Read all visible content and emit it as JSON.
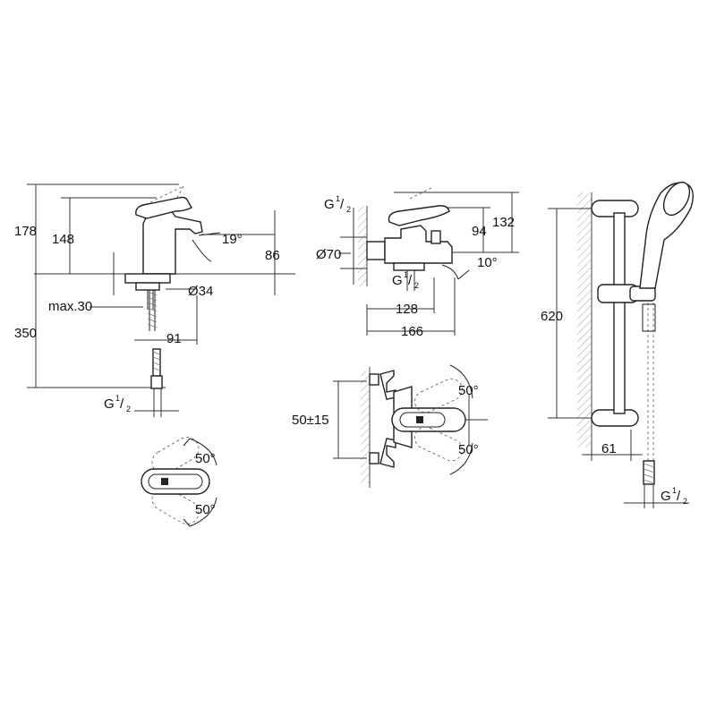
{
  "basin_mixer": {
    "dims": {
      "height_total": "178",
      "height_spout": "148",
      "angle": "19°",
      "spout_outlet": "86",
      "thread_dia": "Ø34",
      "max_thickness": "max.30",
      "hose_length": "350",
      "reach": "91",
      "connection_g": "G",
      "connection_num": "1",
      "connection_den": "2"
    },
    "rotation": {
      "upper": "50°",
      "lower": "50°"
    }
  },
  "bath_mixer": {
    "dims": {
      "connection_g": "G",
      "connection_num": "1",
      "connection_den": "2",
      "height_132": "132",
      "height_94": "94",
      "dia_70": "Ø70",
      "outlet_g": "G",
      "outlet_num": "1",
      "outlet_den": "2",
      "angle": "10°",
      "width_128": "128",
      "width_166": "166"
    },
    "rotation": {
      "upper": "50°",
      "lower": "50°",
      "centers": "50±15"
    }
  },
  "shower_rail": {
    "dims": {
      "height": "620",
      "offset": "61",
      "connection_g": "G",
      "connection_num": "1",
      "connection_den": "2"
    }
  }
}
